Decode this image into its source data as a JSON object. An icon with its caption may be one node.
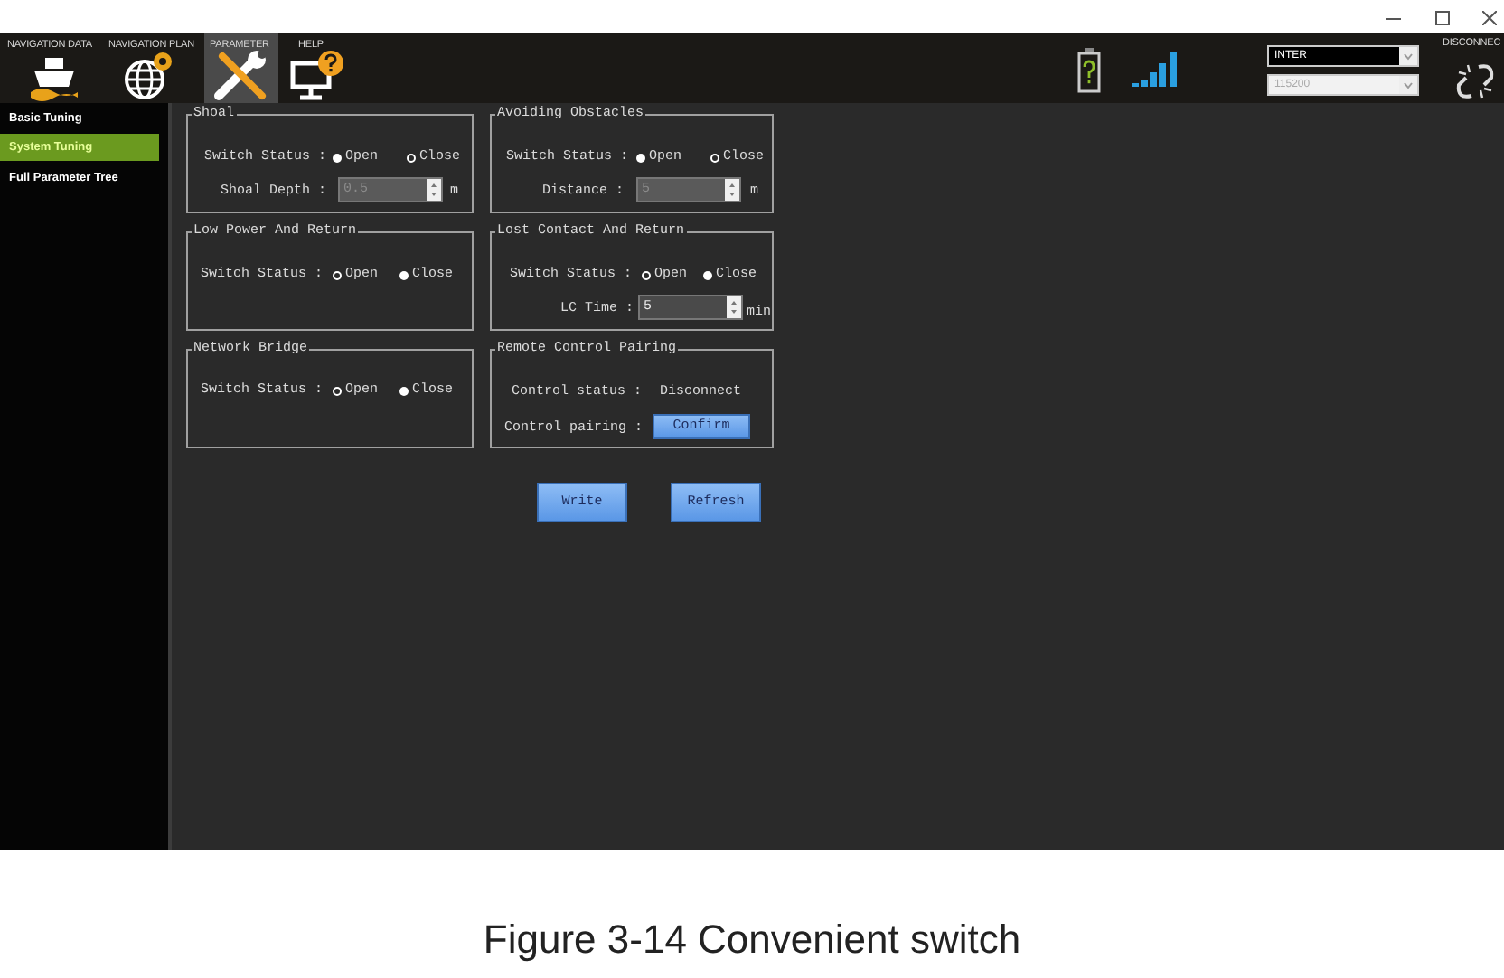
{
  "diagram": {
    "caption": "Figure 3-14 Convenient switch",
    "nodes": [
      {
        "text": [
          "INTER"
        ]
      },
      {
        "text": [
          "115200"
        ]
      },
      {
        "text": [
          "System Tuning"
        ]
      },
      {
        "text": [
          "Shoal",
          "Switch Status :",
          "Open",
          "Close",
          "Shoal Depth :",
          "m"
        ]
      },
      {
        "text": [
          "0.5"
        ],
        "in": 3
      },
      {
        "text": [
          "Avoiding Obstacles",
          "Switch Status :",
          "Open",
          "Close",
          "Distance :",
          "m"
        ]
      },
      {
        "text": [
          "5"
        ],
        "in": 5
      },
      {
        "text": [
          "Low Power And Return",
          "Switch Status :",
          "Open",
          "Close"
        ]
      },
      {
        "text": [
          "Lost Contact And Return",
          "Switch Status :",
          "Open",
          "Close",
          "LC Time :",
          "min"
        ]
      },
      {
        "text": [
          "5"
        ],
        "in": 8
      },
      {
        "text": [
          "Network Bridge",
          "Switch Status :",
          "Open",
          "Close"
        ]
      },
      {
        "text": [
          "Remote Control Pairing",
          "Control status :",
          "Disconnect",
          "Control pairing :"
        ]
      },
      {
        "text": [
          "Confirm"
        ],
        "in": 11
      },
      {
        "text": [
          "Write"
        ]
      },
      {
        "text": [
          "Refresh"
        ]
      }
    ],
    "labels": [
      "NAVIGATION DATA",
      "NAVIGATION PLAN",
      "PARAMETER",
      "HELP",
      "DISCONNEC",
      "Basic Tuning",
      "Full Parameter Tree"
    ]
  }
}
